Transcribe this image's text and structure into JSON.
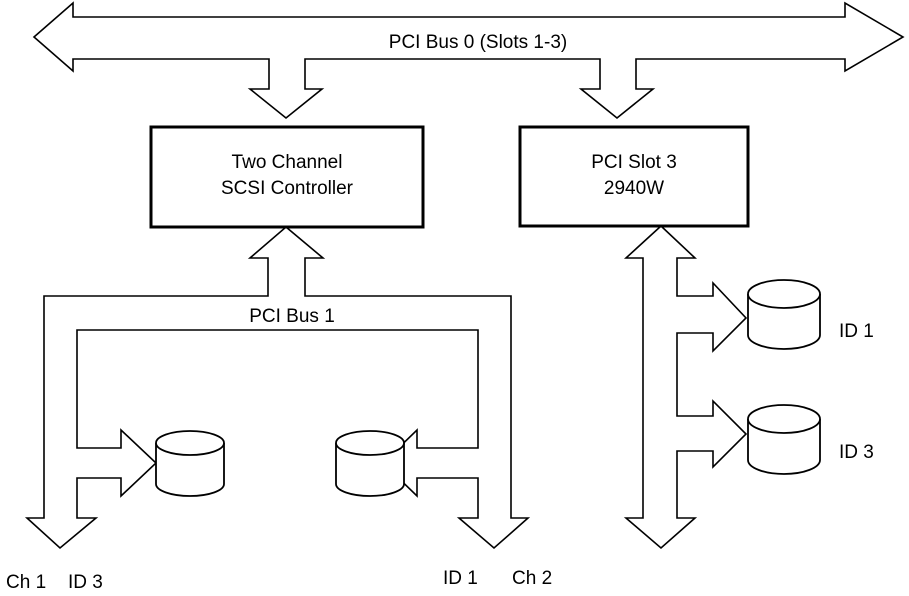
{
  "bus0": {
    "label": "PCI Bus 0 (Slots 1-3)"
  },
  "controller": {
    "line1": "Two Channel",
    "line2": "SCSI Controller"
  },
  "slot3": {
    "line1": "PCI Slot 3",
    "line2": "2940W"
  },
  "bus1": {
    "label": "PCI Bus 1"
  },
  "channel1": {
    "label": "Ch 1",
    "device_label": "ID 3"
  },
  "channel2": {
    "label": "Ch 2",
    "device_label": "ID 1"
  },
  "slot3_devices": [
    {
      "label": "ID 1"
    },
    {
      "label": "ID 3"
    }
  ]
}
